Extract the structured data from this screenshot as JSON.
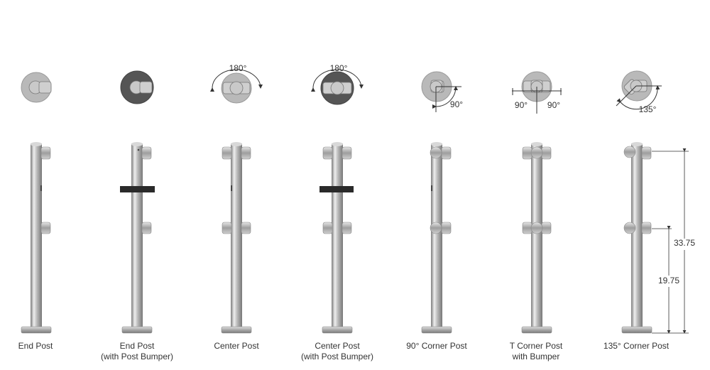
{
  "colors": {
    "disc_light": "#b9b9b9",
    "disc_light_edge": "#9a9a9a",
    "disc_dark": "#555555",
    "bumper": "#2a2a2a",
    "steel_dark": "#7d7d7d",
    "steel_light": "#eeeeee",
    "line": "#333333"
  },
  "posts": [
    {
      "id": "end-post",
      "label_line1": "End Post",
      "label_line2": "",
      "disc": "light",
      "angle": "",
      "bumper": false
    },
    {
      "id": "end-post-bumper",
      "label_line1": "End Post",
      "label_line2": "(with Post Bumper)",
      "disc": "dark",
      "angle": "",
      "bumper": true
    },
    {
      "id": "center-post",
      "label_line1": "Center Post",
      "label_line2": "",
      "disc": "light",
      "angle": "180°",
      "bumper": false
    },
    {
      "id": "center-post-bumper",
      "label_line1": "Center Post",
      "label_line2": "(with Post Bumper)",
      "disc": "dark",
      "angle": "180°",
      "bumper": true
    },
    {
      "id": "corner-90",
      "label_line1": "90° Corner Post",
      "label_line2": "",
      "disc": "light",
      "angle": "90°",
      "bumper": false
    },
    {
      "id": "t-corner",
      "label_line1": "T Corner Post",
      "label_line2": "with Bumper",
      "disc": "light",
      "angle_left": "90°",
      "angle_right": "90°",
      "bumper": false
    },
    {
      "id": "corner-135",
      "label_line1": "135° Corner Post",
      "label_line2": "",
      "disc": "light",
      "angle": "135°",
      "bumper": false
    }
  ],
  "dimensions": {
    "overall": "33.75",
    "lower": "19.75"
  }
}
